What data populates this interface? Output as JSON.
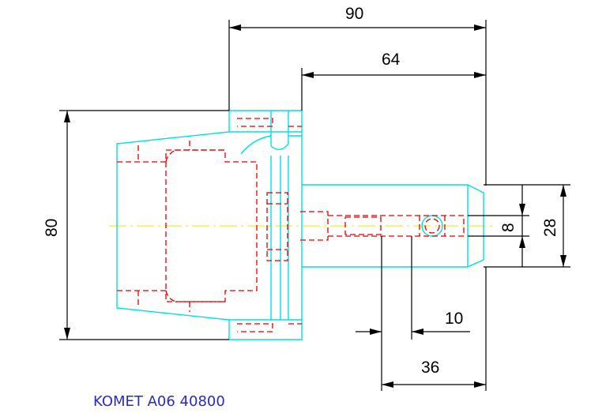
{
  "drawing": {
    "part_label": "KOMET A06 40800",
    "dimensions": {
      "overall_length": "90",
      "shank_length": "64",
      "flange_diameter": "80",
      "bore_diameter": "8",
      "shank_diameter": "28",
      "slot_width": "10",
      "slot_distance": "36"
    }
  },
  "colors": {
    "outline": "#00e0e0",
    "hidden_lines": "#e00000",
    "center_line": "#e8e800",
    "dimension_lines": "#000000",
    "label_text": "#2828d0"
  }
}
